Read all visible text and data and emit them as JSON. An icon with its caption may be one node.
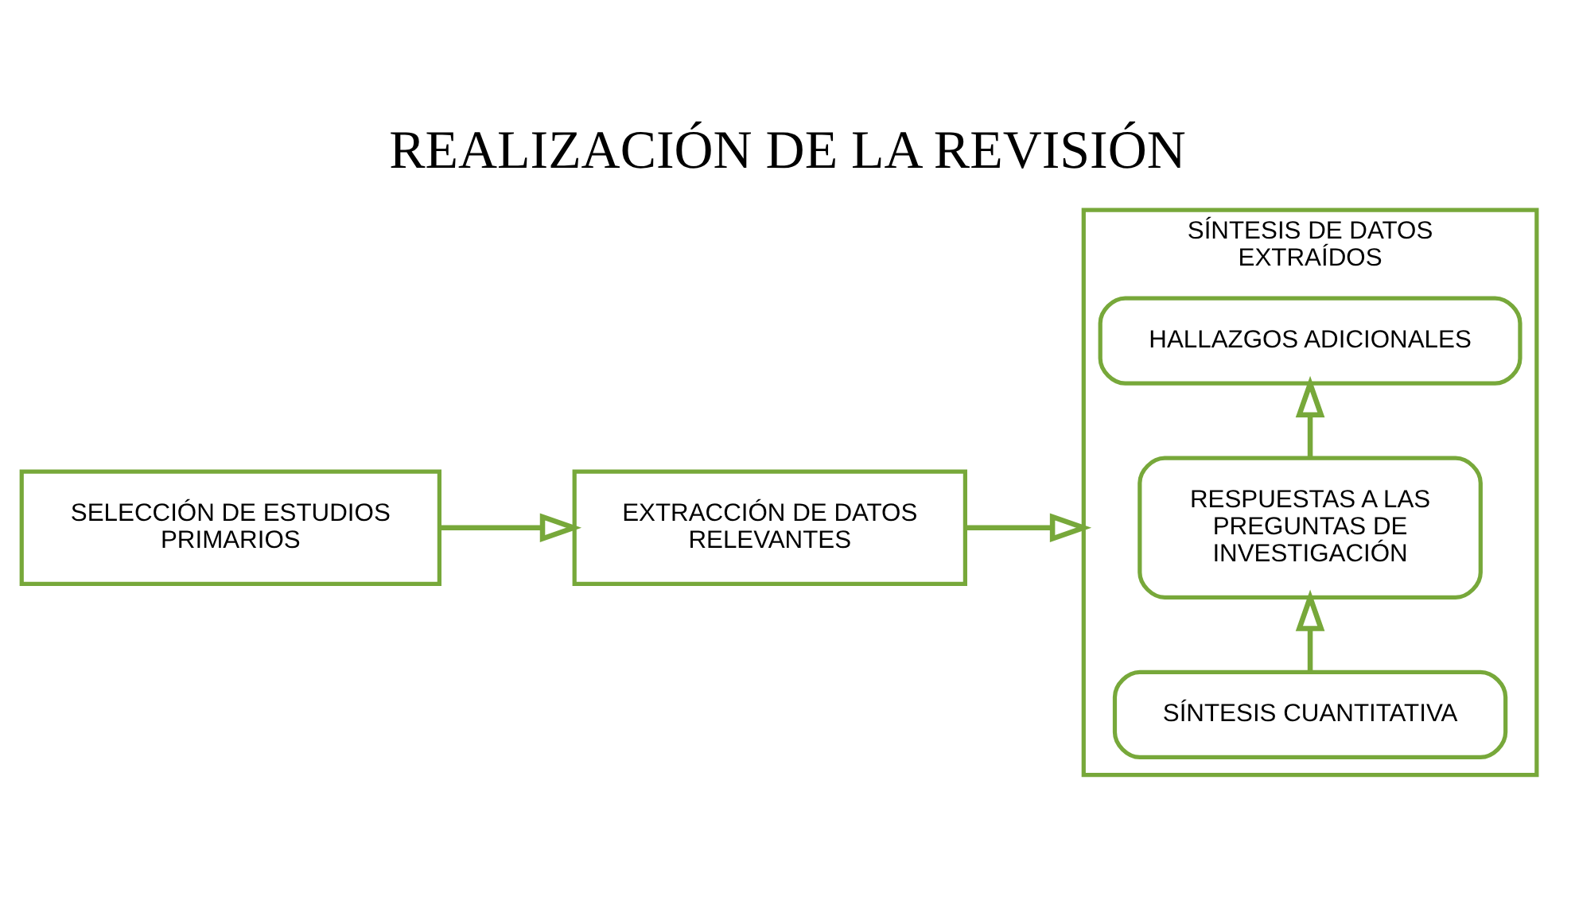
{
  "diagram": {
    "title": "REALIZACIÓN DE LA REVISIÓN",
    "nodes": [
      {
        "text": [
          "SELECCIÓN DE ESTUDIOS PRIMARIOS"
        ]
      },
      {
        "text": [
          "EXTRACCIÓN DE DATOS RELEVANTES"
        ]
      },
      {
        "text": [
          "SÍNTESIS DE DATOS EXTRAÍDOS"
        ]
      },
      {
        "text": [
          "SÍNTESIS CUANTITATIVA"
        ],
        "in": 2
      },
      {
        "text": [
          "RESPUESTAS A LAS PREGUNTAS DE INVESTIGACIÓN"
        ],
        "in": 2
      },
      {
        "text": [
          "HALLAZGOS ADICIONALES"
        ],
        "in": 2
      }
    ],
    "edges": [
      {
        "from": 0,
        "to": 1,
        "arrow": "to"
      },
      {
        "from": 1,
        "to": 2,
        "arrow": "to"
      },
      {
        "from": 3,
        "to": 4,
        "arrow": "to"
      },
      {
        "from": 4,
        "to": 5,
        "arrow": "to"
      }
    ]
  }
}
